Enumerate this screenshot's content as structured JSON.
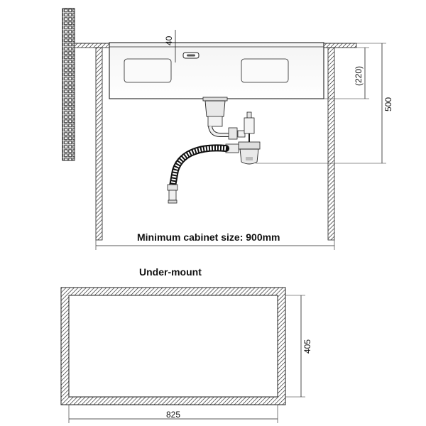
{
  "front_view": {
    "dim_thickness": "40",
    "dim_sink_depth": "(220)",
    "dim_cabinet_height": "500",
    "cabinet_caption": "Minimum cabinet size: 900mm"
  },
  "cutout_view": {
    "title": "Under-mount",
    "dim_width": "825",
    "dim_height": "405"
  }
}
